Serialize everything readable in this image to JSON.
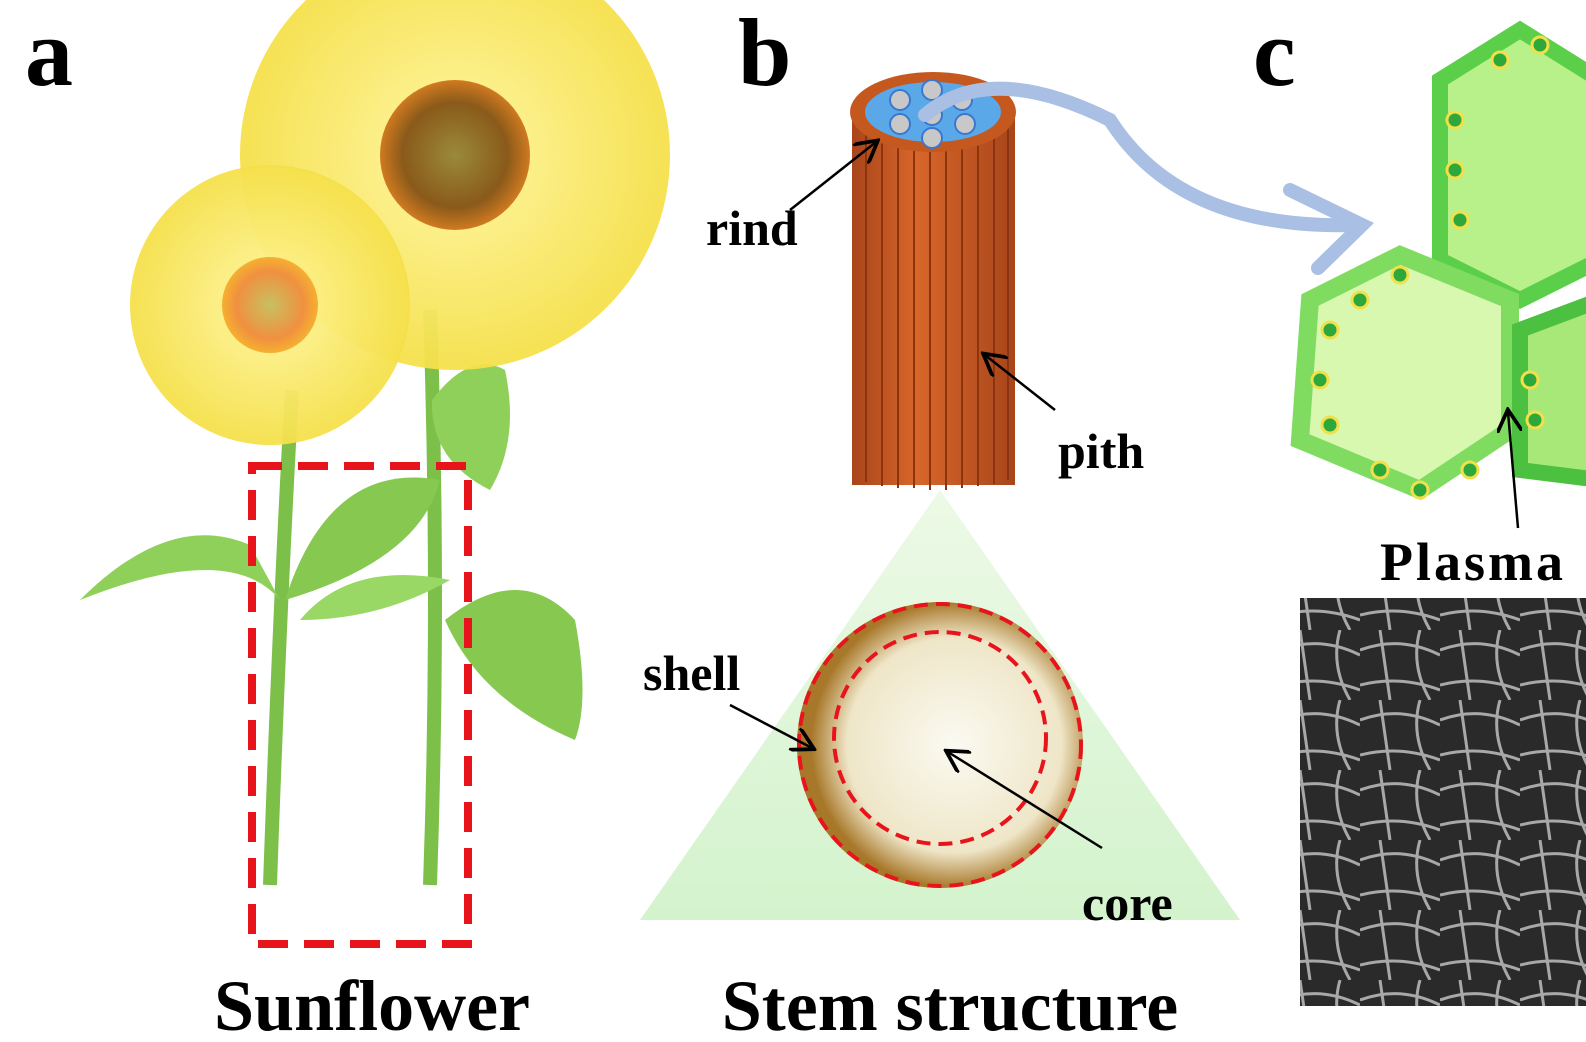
{
  "panels": {
    "a": {
      "letter": "a",
      "caption": "Sunflower"
    },
    "b": {
      "letter": "b",
      "caption": "Stem structure",
      "labels": {
        "rind": "rind",
        "pith": "pith",
        "shell": "shell",
        "core": "core"
      }
    },
    "c": {
      "letter": "c",
      "labels": {
        "plasma": "Plasma"
      }
    }
  },
  "colors": {
    "highlight_dash": "#e8141c",
    "stem_orange": "#c4581f",
    "arrow_blue": "#a9bfe3",
    "cell_green": "#b8f08a"
  }
}
